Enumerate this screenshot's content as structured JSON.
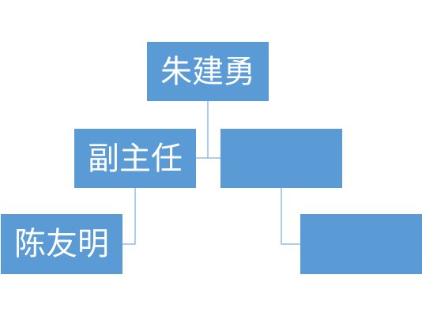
{
  "colors": {
    "box_fill": "#5b9bd5",
    "connector": "#5b9bd5",
    "text": "#ffffff"
  },
  "nodes": {
    "top": {
      "label": "朱建勇"
    },
    "mid_left": {
      "label": "副主任"
    },
    "mid_right": {
      "label": ""
    },
    "bottom_left": {
      "label": "陈友明"
    },
    "bottom_right": {
      "label": ""
    }
  }
}
